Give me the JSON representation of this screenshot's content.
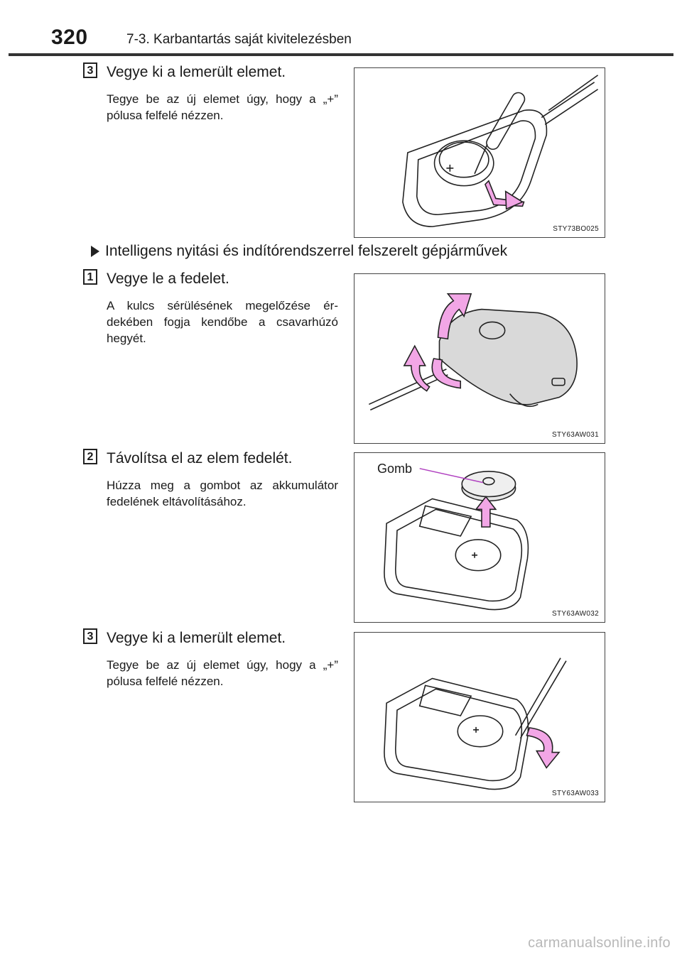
{
  "header": {
    "page_number": "320",
    "section_title": "7-3. Karbantartás saját kivitelezésben"
  },
  "blocks": [
    {
      "step": "3",
      "title": "Vegye ki a lemerült elemet.",
      "desc": "Tegye be az új elemet úgy, hogy a „+” pólusa felfelé nézzen.",
      "figure_code": "STY73BO025"
    },
    {
      "step": "1",
      "title": "Vegye le a fedelet.",
      "desc": "A kulcs sérülésének megelőzése ér­dekében fogja kendőbe a csavarhú­zó hegyét.",
      "figure_code": "STY63AW031"
    },
    {
      "step": "2",
      "title": "Távolítsa el az elem fedelét.",
      "desc": "Húzza meg a gombot az akkumu­látor fedelének eltávolításához.",
      "figure_code": "STY63AW032",
      "figure_label": "Gomb"
    },
    {
      "step": "3",
      "title": "Vegye ki a lemerült elemet.",
      "desc": "Tegye be az új elemet úgy, hogy a „+” pólusa felfelé nézzen.",
      "figure_code": "STY63AW033"
    }
  ],
  "subheading": "Intelligens nyitási és indítórendszerrel felszerelt gépjárművek",
  "watermark": "carmanualsonline.info",
  "colors": {
    "arrow_fill": "#f2a6e6",
    "label_line": "#b040c0",
    "rule": "#333333"
  }
}
